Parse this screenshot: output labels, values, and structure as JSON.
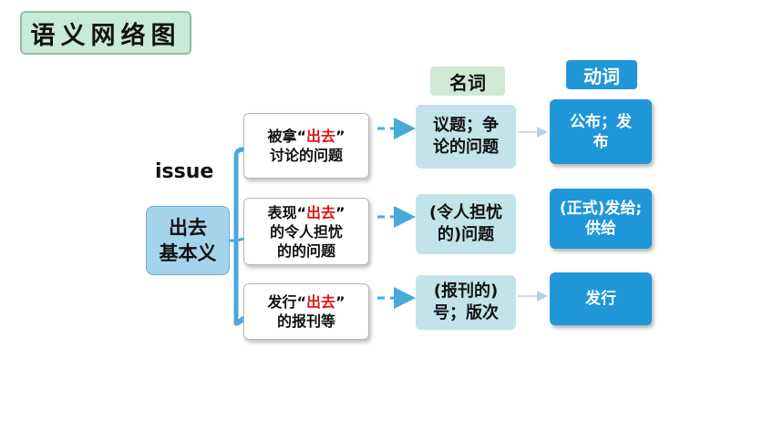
{
  "title": "语义网络图",
  "word": "issue",
  "core": {
    "line1": "出去",
    "line2": "基本义"
  },
  "headers": {
    "noun": "名词",
    "verb": "动词"
  },
  "senses": [
    {
      "pre": "被拿“",
      "hl": "出去",
      "post": "”",
      "line2": "讨论的问题",
      "line3": ""
    },
    {
      "pre": "表现“",
      "hl": "出去",
      "post": "”",
      "line2": "的令人担忧",
      "line3": "的的问题"
    },
    {
      "pre": "发行“",
      "hl": "出去",
      "post": "”",
      "line2": "的报刊等",
      "line3": ""
    }
  ],
  "nouns": [
    {
      "line1": "议题；争",
      "line2": "论的问题"
    },
    {
      "line1": "(令人担忧",
      "line2": "的)问题"
    },
    {
      "line1": "(报刊的)",
      "line2": "号；版次"
    }
  ],
  "verbs": [
    {
      "line1": "公布；发",
      "line2": "布"
    },
    {
      "line1": "(正式)发给;",
      "line2": "供给"
    },
    {
      "line1": "发行",
      "line2": ""
    }
  ],
  "colors": {
    "highlight": "#e01818",
    "verb_box": "#1f97d8",
    "noun_box": "#c3e3ea",
    "core_box": "#a6d3ec",
    "title_box": "#c9ead9",
    "arrow": "#49a9d9"
  }
}
